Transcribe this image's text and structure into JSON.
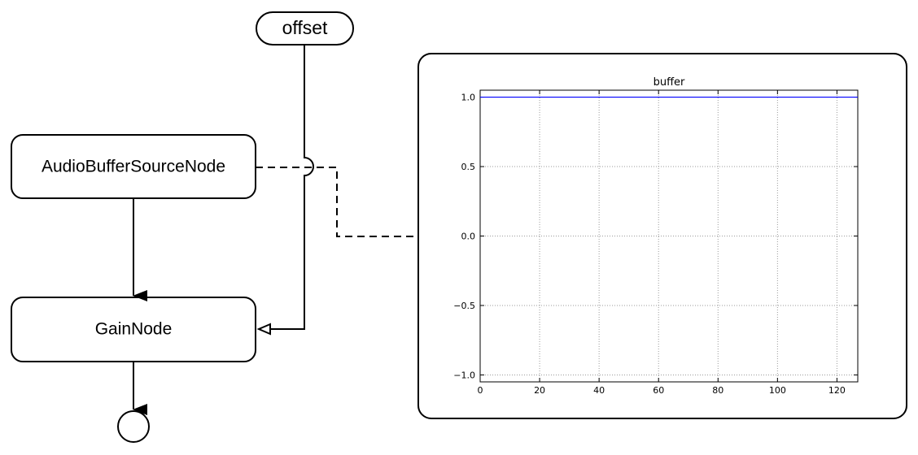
{
  "nodes": {
    "offset": "offset",
    "source": "AudioBufferSourceNode",
    "gain": "GainNode"
  },
  "colors": {
    "stroke": "#000000",
    "series": "#0000ff"
  },
  "chart_data": {
    "type": "line",
    "title": "buffer",
    "xlabel": "",
    "ylabel": "",
    "xlim": [
      0,
      127
    ],
    "ylim": [
      -1.05,
      1.05
    ],
    "grid": true,
    "xticks": [
      0,
      20,
      40,
      60,
      80,
      100,
      120
    ],
    "xtick_labels": [
      "0",
      "20",
      "40",
      "60",
      "80",
      "100",
      "120"
    ],
    "yticks": [
      1.0,
      0.5,
      0.0,
      -0.5,
      -1.0
    ],
    "ytick_labels": [
      "1.0",
      "0.5",
      "0.0",
      "−0.5",
      "−1.0"
    ],
    "series": [
      {
        "x": [
          0,
          127
        ],
        "y": [
          1.0,
          1.0
        ],
        "color": "#0000ff"
      }
    ]
  }
}
